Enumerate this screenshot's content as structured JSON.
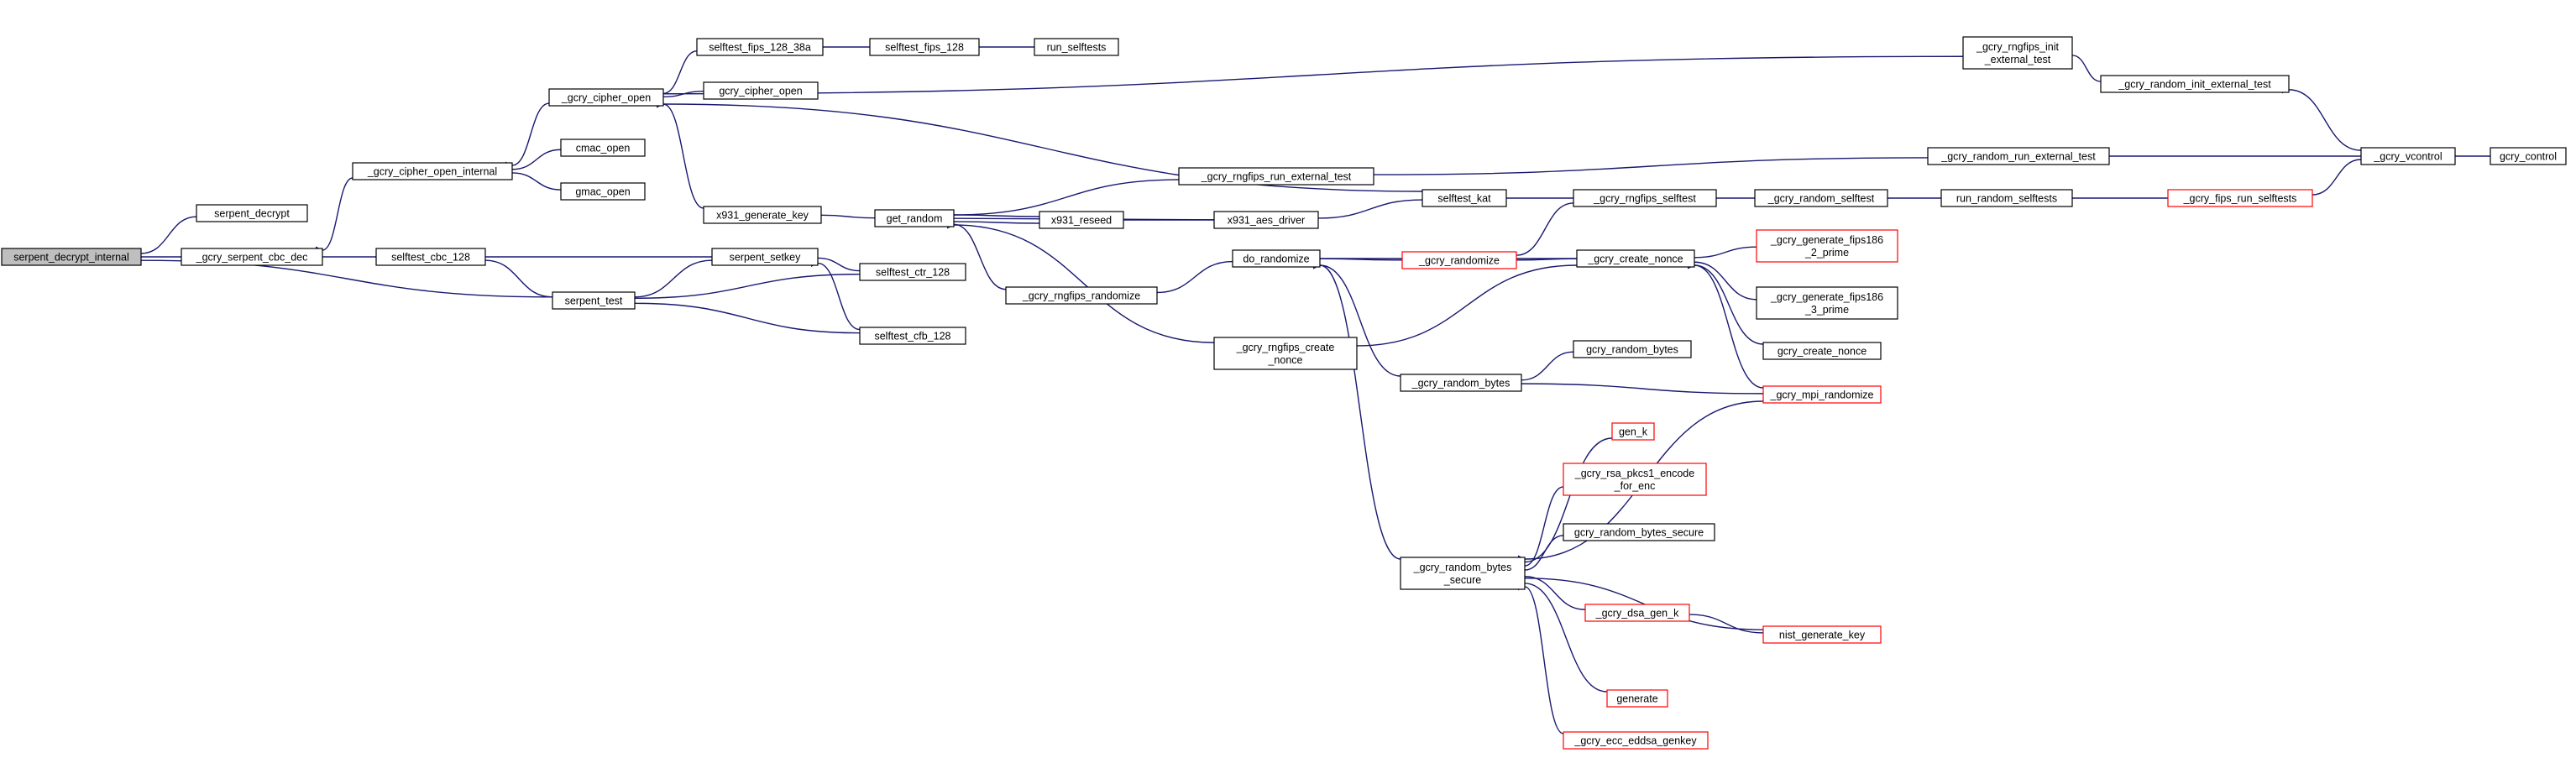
{
  "graph": {
    "nodes": [
      {
        "id": "serpent_decrypt_internal",
        "label": [
          "serpent_decrypt_internal"
        ],
        "focus": true
      },
      {
        "id": "serpent_decrypt",
        "label": [
          "serpent_decrypt"
        ]
      },
      {
        "id": "gcry_serpent_cbc_dec",
        "label": [
          "_gcry_serpent_cbc_dec"
        ]
      },
      {
        "id": "gcry_cipher_open_internal",
        "label": [
          "_gcry_cipher_open_internal"
        ]
      },
      {
        "id": "selftest_cbc_128",
        "label": [
          "selftest_cbc_128"
        ]
      },
      {
        "id": "serpent_test",
        "label": [
          "serpent_test"
        ]
      },
      {
        "id": "gcry_cipher_open",
        "label": [
          "_gcry_cipher_open"
        ]
      },
      {
        "id": "cmac_open",
        "label": [
          "cmac_open"
        ]
      },
      {
        "id": "gmac_open",
        "label": [
          "gmac_open"
        ]
      },
      {
        "id": "selftest_fips_128_38a",
        "label": [
          "selftest_fips_128_38a"
        ]
      },
      {
        "id": "gcry_cipher_open_pub",
        "label": [
          "gcry_cipher_open"
        ]
      },
      {
        "id": "x931_generate_key",
        "label": [
          "x931_generate_key"
        ]
      },
      {
        "id": "serpent_setkey",
        "label": [
          "serpent_setkey"
        ]
      },
      {
        "id": "selftest_ctr_128",
        "label": [
          "selftest_ctr_128"
        ]
      },
      {
        "id": "selftest_cfb_128",
        "label": [
          "selftest_cfb_128"
        ]
      },
      {
        "id": "selftest_fips_128",
        "label": [
          "selftest_fips_128"
        ]
      },
      {
        "id": "run_selftests",
        "label": [
          "run_selftests"
        ]
      },
      {
        "id": "get_random",
        "label": [
          "get_random"
        ]
      },
      {
        "id": "x931_reseed",
        "label": [
          "x931_reseed"
        ]
      },
      {
        "id": "gcry_rngfips_run_external_test",
        "label": [
          "_gcry_rngfips_run_external_test"
        ]
      },
      {
        "id": "x931_aes_driver",
        "label": [
          "x931_aes_driver"
        ]
      },
      {
        "id": "gcry_rngfips_randomize",
        "label": [
          "_gcry_rngfips_randomize"
        ]
      },
      {
        "id": "gcry_rngfips_create_nonce",
        "label": [
          "_gcry_rngfips_create",
          "_nonce"
        ]
      },
      {
        "id": "do_randomize",
        "label": [
          "do_randomize"
        ]
      },
      {
        "id": "selftest_kat",
        "label": [
          "selftest_kat"
        ]
      },
      {
        "id": "gcry_randomize",
        "label": [
          "_gcry_randomize"
        ],
        "red": true
      },
      {
        "id": "gcry_random_bytes",
        "label": [
          "_gcry_random_bytes"
        ]
      },
      {
        "id": "gcry_random_bytes_secure",
        "label": [
          "_gcry_random_bytes",
          "_secure"
        ]
      },
      {
        "id": "gcry_rngfips_selftest",
        "label": [
          "_gcry_rngfips_selftest"
        ]
      },
      {
        "id": "gcry_create_nonce",
        "label": [
          "_gcry_create_nonce"
        ]
      },
      {
        "id": "gcry_random_bytes_pub",
        "label": [
          "gcry_random_bytes"
        ]
      },
      {
        "id": "gcry_mpi_randomize",
        "label": [
          "_gcry_mpi_randomize"
        ],
        "red": true
      },
      {
        "id": "gen_k",
        "label": [
          "gen_k"
        ],
        "red": true
      },
      {
        "id": "gcry_rsa_pkcs1_encode_for_enc",
        "label": [
          "_gcry_rsa_pkcs1_encode",
          "_for_enc"
        ],
        "red": true
      },
      {
        "id": "gcry_random_bytes_secure_pub",
        "label": [
          "gcry_random_bytes_secure"
        ]
      },
      {
        "id": "gcry_dsa_gen_k",
        "label": [
          "_gcry_dsa_gen_k"
        ],
        "red": true
      },
      {
        "id": "generate",
        "label": [
          "generate"
        ],
        "red": true
      },
      {
        "id": "gcry_ecc_eddsa_genkey",
        "label": [
          "_gcry_ecc_eddsa_genkey"
        ],
        "red": true
      },
      {
        "id": "nist_generate_key",
        "label": [
          "nist_generate_key"
        ],
        "red": true
      },
      {
        "id": "gcry_generate_fips186_2_prime",
        "label": [
          "_gcry_generate_fips186",
          "_2_prime"
        ],
        "red": true
      },
      {
        "id": "gcry_generate_fips186_3_prime",
        "label": [
          "_gcry_generate_fips186",
          "_3_prime"
        ]
      },
      {
        "id": "gcry_create_nonce_pub",
        "label": [
          "gcry_create_nonce"
        ]
      },
      {
        "id": "gcry_random_selftest",
        "label": [
          "_gcry_random_selftest"
        ]
      },
      {
        "id": "run_random_selftests",
        "label": [
          "run_random_selftests"
        ]
      },
      {
        "id": "gcry_fips_run_selftests",
        "label": [
          "_gcry_fips_run_selftests"
        ],
        "red": true
      },
      {
        "id": "gcry_random_run_external_test",
        "label": [
          "_gcry_random_run_external_test"
        ]
      },
      {
        "id": "gcry_rngfips_init_external_test",
        "label": [
          "_gcry_rngfips_init",
          "_external_test"
        ]
      },
      {
        "id": "gcry_random_init_external_test",
        "label": [
          "_gcry_random_init_external_test"
        ]
      },
      {
        "id": "gcry_vcontrol",
        "label": [
          "_gcry_vcontrol"
        ]
      },
      {
        "id": "gcry_control",
        "label": [
          "gcry_control"
        ]
      }
    ]
  }
}
